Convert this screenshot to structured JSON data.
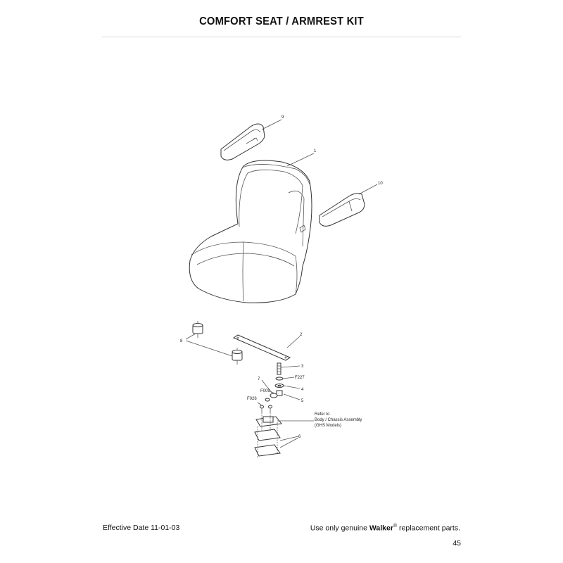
{
  "header": {
    "title": "COMFORT SEAT / ARMREST KIT"
  },
  "diagram": {
    "callouts": {
      "c9": "9",
      "c1": "1",
      "c10": "10",
      "c2": "2",
      "c8": "8",
      "c3": "3",
      "cF227": "F227",
      "c7": "7",
      "cF009": "F009",
      "c4": "4",
      "c5": "5",
      "cF026": "F026",
      "c6": "6"
    },
    "note_lines": [
      "Refer to",
      "Body / Chassis Assembly",
      "(GHS Models)"
    ]
  },
  "footer": {
    "effective_date": "Effective Date 11-01-03",
    "notice_prefix": "Use only genuine ",
    "brand": "Walker",
    "registered": "®",
    "notice_suffix": " replacement parts.",
    "page_number": "45"
  }
}
